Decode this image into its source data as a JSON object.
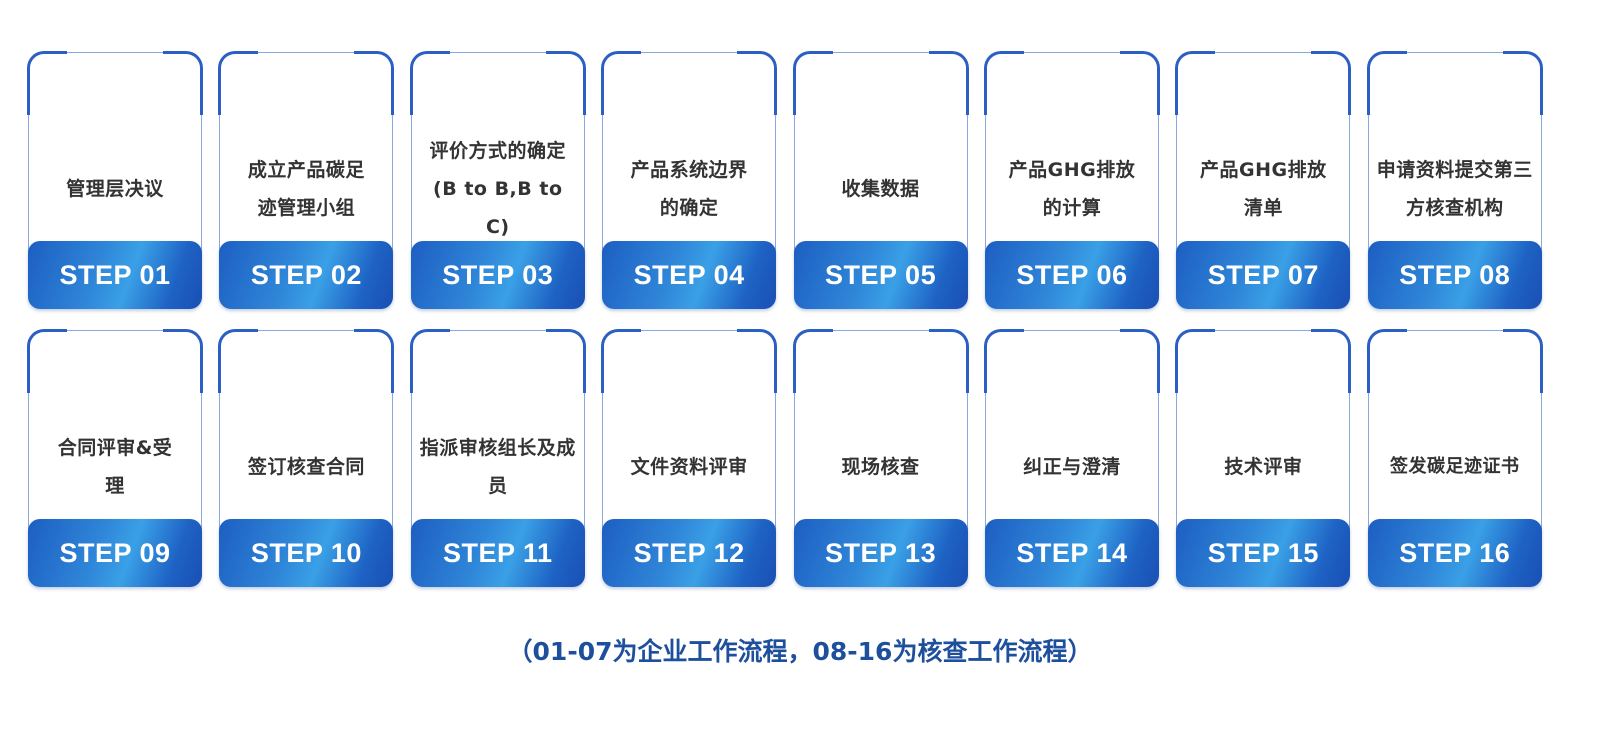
{
  "steps": [
    {
      "label": "管理层决议",
      "step": "STEP 01"
    },
    {
      "label": "成立产品碳足迹管理小组",
      "step": "STEP 02"
    },
    {
      "label": "评价方式的确定(B to B,B to C)",
      "step": "STEP 03"
    },
    {
      "label": "产品系统边界的确定",
      "step": "STEP 04"
    },
    {
      "label": "收集数据",
      "step": "STEP 05"
    },
    {
      "label": "产品GHG排放的计算",
      "step": "STEP 06"
    },
    {
      "label": "产品GHG排放清单",
      "step": "STEP 07"
    },
    {
      "label": "申请资料提交第三方核查机构",
      "step": "STEP 08"
    },
    {
      "label": "合同评审&受理",
      "step": "STEP 09"
    },
    {
      "label": "签订核查合同",
      "step": "STEP 10"
    },
    {
      "label": "指派审核组长及成员",
      "step": "STEP 11"
    },
    {
      "label": "文件资料评审",
      "step": "STEP 12"
    },
    {
      "label": "现场核查",
      "step": "STEP 13"
    },
    {
      "label": "纠正与澄清",
      "step": "STEP 14"
    },
    {
      "label": "技术评审",
      "step": "STEP 15"
    },
    {
      "label": "签发碳足迹证书",
      "step": "STEP 16"
    }
  ],
  "footnote": "（01-07为企业工作流程，08-16为核查工作流程）",
  "colors": {
    "accent": "#2b5fc4",
    "step_gradient_start": "#1d5ec2",
    "step_gradient_mid": "#3aa0e6",
    "footnote": "#1d4f9c",
    "label": "#333333"
  }
}
